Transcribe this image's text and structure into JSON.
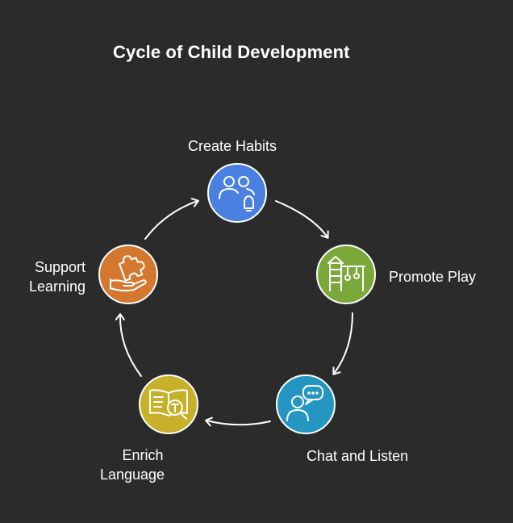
{
  "title": "Cycle of Child Development",
  "colors": {
    "background": "#2b2b2b",
    "create_habits": "#4a80e0",
    "promote_play": "#7aa83a",
    "chat_and_listen": "#2596c2",
    "enrich_language": "#c7b12a",
    "support_learning": "#d5782f"
  },
  "steps": [
    {
      "label": "Create Habits",
      "icon": "people-bell-icon"
    },
    {
      "label": "Promote Play",
      "icon": "playground-icon"
    },
    {
      "label": "Chat and Listen",
      "icon": "person-speech-bubble-icon"
    },
    {
      "label_line1": "Enrich",
      "label_line2": "Language",
      "icon": "book-magnifier-icon"
    },
    {
      "label_line1": "Support",
      "label_line2": "Learning",
      "icon": "hand-puzzle-icon"
    }
  ]
}
